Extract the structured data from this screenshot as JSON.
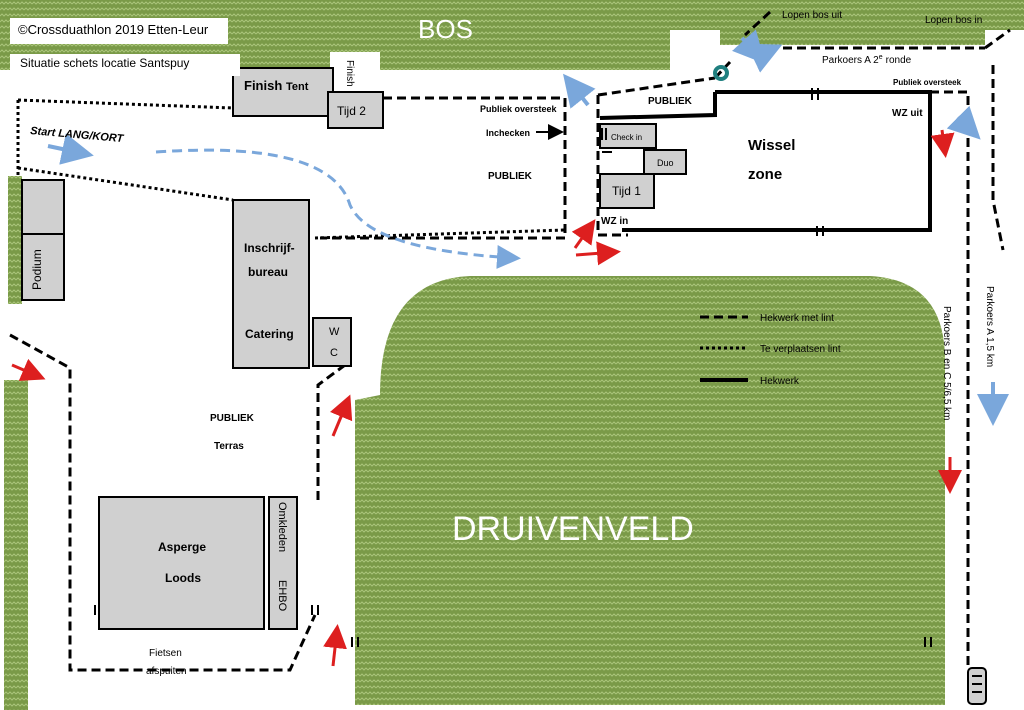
{
  "colors": {
    "grass": "#7a9a48",
    "grass_stripe": "#a9c47a",
    "building": "#d0d0d0",
    "arrow_red": "#dd1f1f",
    "arrow_blue": "#7aa7db",
    "marker_teal": "#1f7f7f"
  },
  "header": {
    "copyright": "©Crossduathlon 2019 Etten-Leur",
    "subtitle": "Situatie schets locatie Santspuy"
  },
  "areas": {
    "bos": "BOS",
    "druivenveld": "DRUIVENVELD"
  },
  "buildings": {
    "finish_tent": {
      "line1": "Finish",
      "line2": "Tent"
    },
    "finish_vertical": "Finish",
    "tijd2": "Tijd 2",
    "podium": "Podium",
    "inschrijf": {
      "line1": "Inschrijf-",
      "line2": "bureau",
      "line3": "Catering"
    },
    "wc": {
      "line1": "W",
      "line2": "C"
    },
    "asperge": {
      "line1": "Asperge",
      "line2": "Loods"
    },
    "omkleden": {
      "line1": "Omkleden",
      "line2": "EHBO"
    },
    "checkin": "Check in",
    "duo": "Duo",
    "tijd1": "Tijd 1"
  },
  "labels": {
    "start": "Start LANG/KORT",
    "publiek_oversteek_1": "Publiek oversteek",
    "inchecken": "Inchecken",
    "publiek_1": "PUBLIEK",
    "publiek_2": "PUBLIEK",
    "publiek_3": "PUBLIEK",
    "terras": "Terras",
    "wissel": "Wissel",
    "zone": "zone",
    "wz_in": "WZ in",
    "wz_uit": "WZ uit",
    "lopen_bos_uit": "Lopen bos  uit",
    "lopen_bos_in": "Lopen bos in",
    "parkoers_a2": "Parkoers A 2",
    "parkoers_a2_sup": "e",
    "parkoers_a2_rest": "ronde",
    "publiek_oversteek_2": "Publiek oversteek",
    "parkoers_bc": "Parkoers B en C 5/6,5 km",
    "parkoers_a": "Parkoers  A  1,5 km",
    "fietsen": "Fietsen",
    "afspuiten": "afspuiten"
  },
  "legend": {
    "items": [
      {
        "style": "dashed",
        "label": "Hekwerk met lint"
      },
      {
        "style": "dotted",
        "label": "Te verplaatsen lint"
      },
      {
        "style": "solid",
        "label": "Hekwerk"
      }
    ]
  }
}
